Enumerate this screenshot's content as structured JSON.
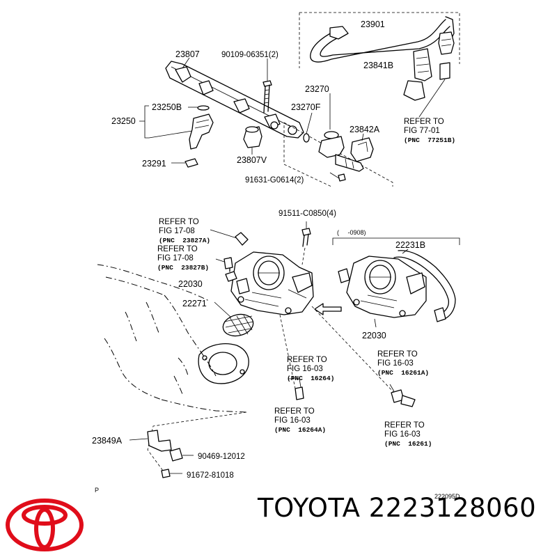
{
  "diagram_id": "222095D",
  "page_marker": "P",
  "brand": "TOYOTA",
  "part_number": "2223128060",
  "brand_line": "TOYOTA 2223128060",
  "range_note": "(     -0908)",
  "labels": {
    "p23901": "23901",
    "p23807": "23807",
    "p90109": "90109-06351(2)",
    "p23841B": "23841B",
    "p23270": "23270",
    "p23250B": "23250B",
    "p23270F": "23270F",
    "p23250": "23250",
    "p23842A": "23842A",
    "p23807V": "23807V",
    "p23291": "23291",
    "p91631": "91631-G0614(2)",
    "p91511": "91511-C0850(4)",
    "p22231B": "22231B",
    "p22030a": "22030",
    "p22030b": "22030",
    "p22271": "22271",
    "p23849A": "23849A",
    "p90469": "90469-12012",
    "p91672": "91672-81018"
  },
  "refs": [
    {
      "line1": "REFER TO",
      "line2": "FIG 77-01",
      "pnc": "(PNC  77251B)"
    },
    {
      "line1": "REFER TO",
      "line2": "FIG 17-08",
      "pnc": "(PNC  23827A)"
    },
    {
      "line1": "REFER TO",
      "line2": "FIG 17-08",
      "pnc": "(PNC  23827B)"
    },
    {
      "line1": "REFER TO",
      "line2": "FIG 16-03",
      "pnc": "(PNC  16264)"
    },
    {
      "line1": "REFER TO",
      "line2": "FIG 16-03",
      "pnc": "(PNC  16261A)"
    },
    {
      "line1": "REFER TO",
      "line2": "FIG 16-03",
      "pnc": "(PNC  16264A)"
    },
    {
      "line1": "REFER TO",
      "line2": "FIG 16-03",
      "pnc": "(PNC  16261)"
    }
  ],
  "icons": {
    "logo": "toyota-emblem-icon",
    "arrow": "direction-arrow-icon"
  },
  "colors": {
    "logo": "#e00d1a",
    "ink": "#000000",
    "background": "#ffffff"
  }
}
